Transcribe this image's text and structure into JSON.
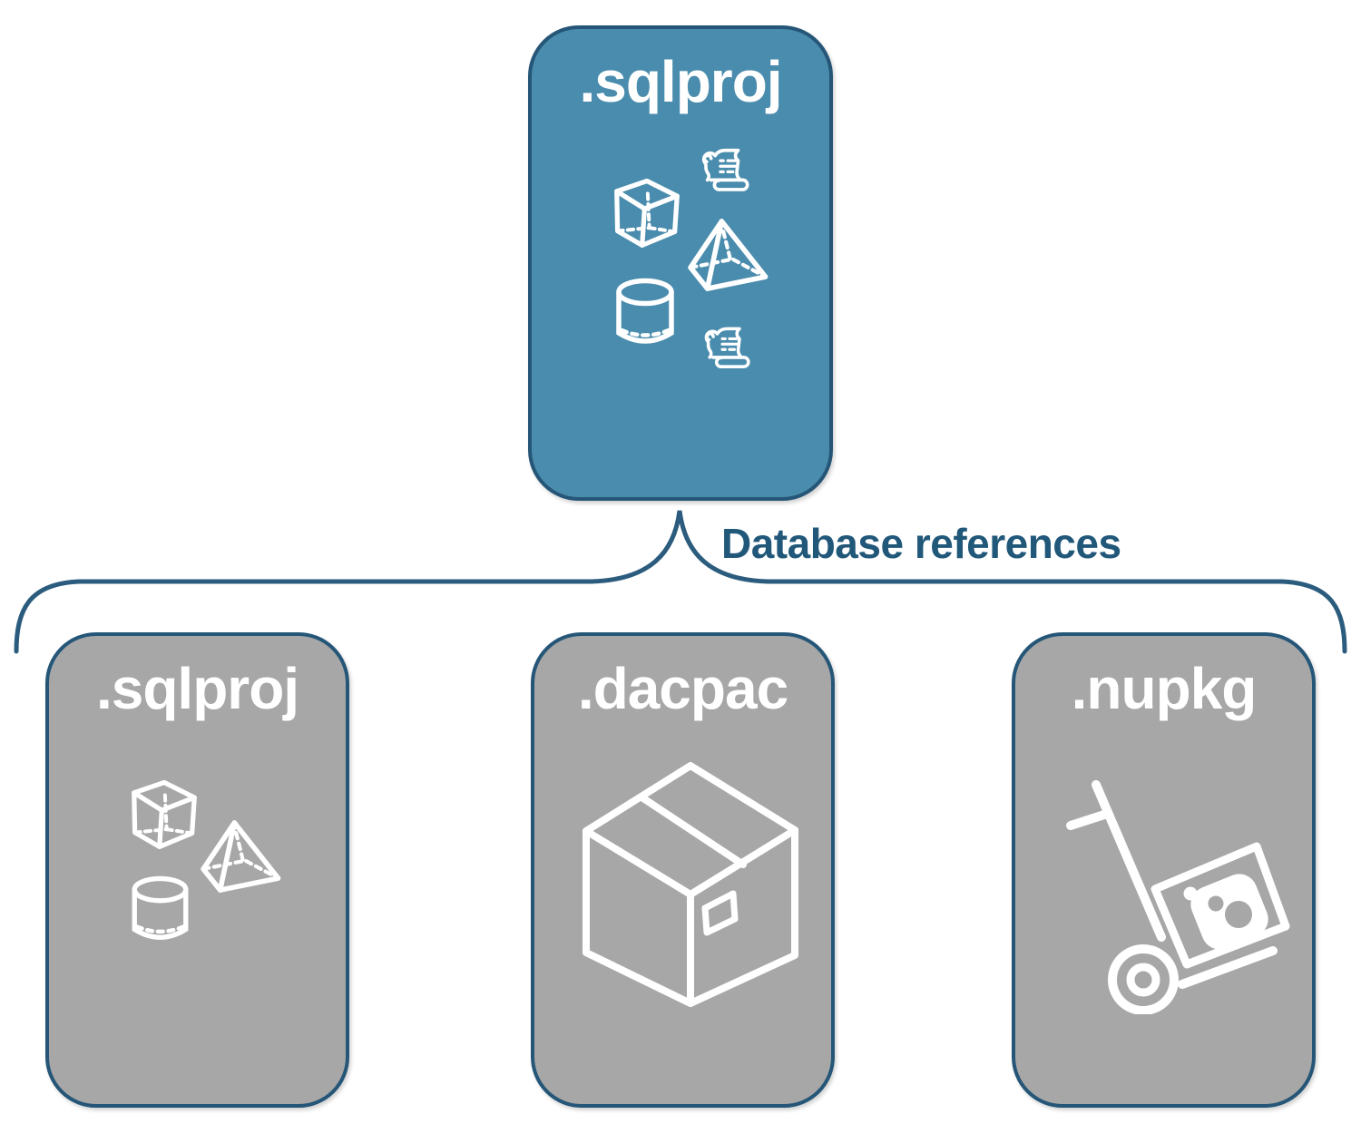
{
  "diagram": {
    "root_card": {
      "label": ".sqlproj",
      "icons": [
        "scroll-icon",
        "cube-icon",
        "pyramid-icon",
        "cylinder-icon",
        "scroll-icon"
      ]
    },
    "connector_label": "Database references",
    "child_cards": [
      {
        "id": "sqlproj",
        "label": ".sqlproj",
        "icons": [
          "cube-icon",
          "pyramid-icon",
          "cylinder-icon"
        ]
      },
      {
        "id": "dacpac",
        "label": ".dacpac",
        "icons": [
          "package-box-icon"
        ]
      },
      {
        "id": "nupkg",
        "label": ".nupkg",
        "icons": [
          "hand-truck-icon"
        ]
      }
    ],
    "colors": {
      "root_fill": "#4a8cad",
      "child_fill": "#a7a7a7",
      "card_border": "#255677",
      "connector_line": "#2b5c7e",
      "connector_text": "#21587a",
      "label_text": "#ffffff",
      "icon_stroke": "#ffffff"
    }
  }
}
